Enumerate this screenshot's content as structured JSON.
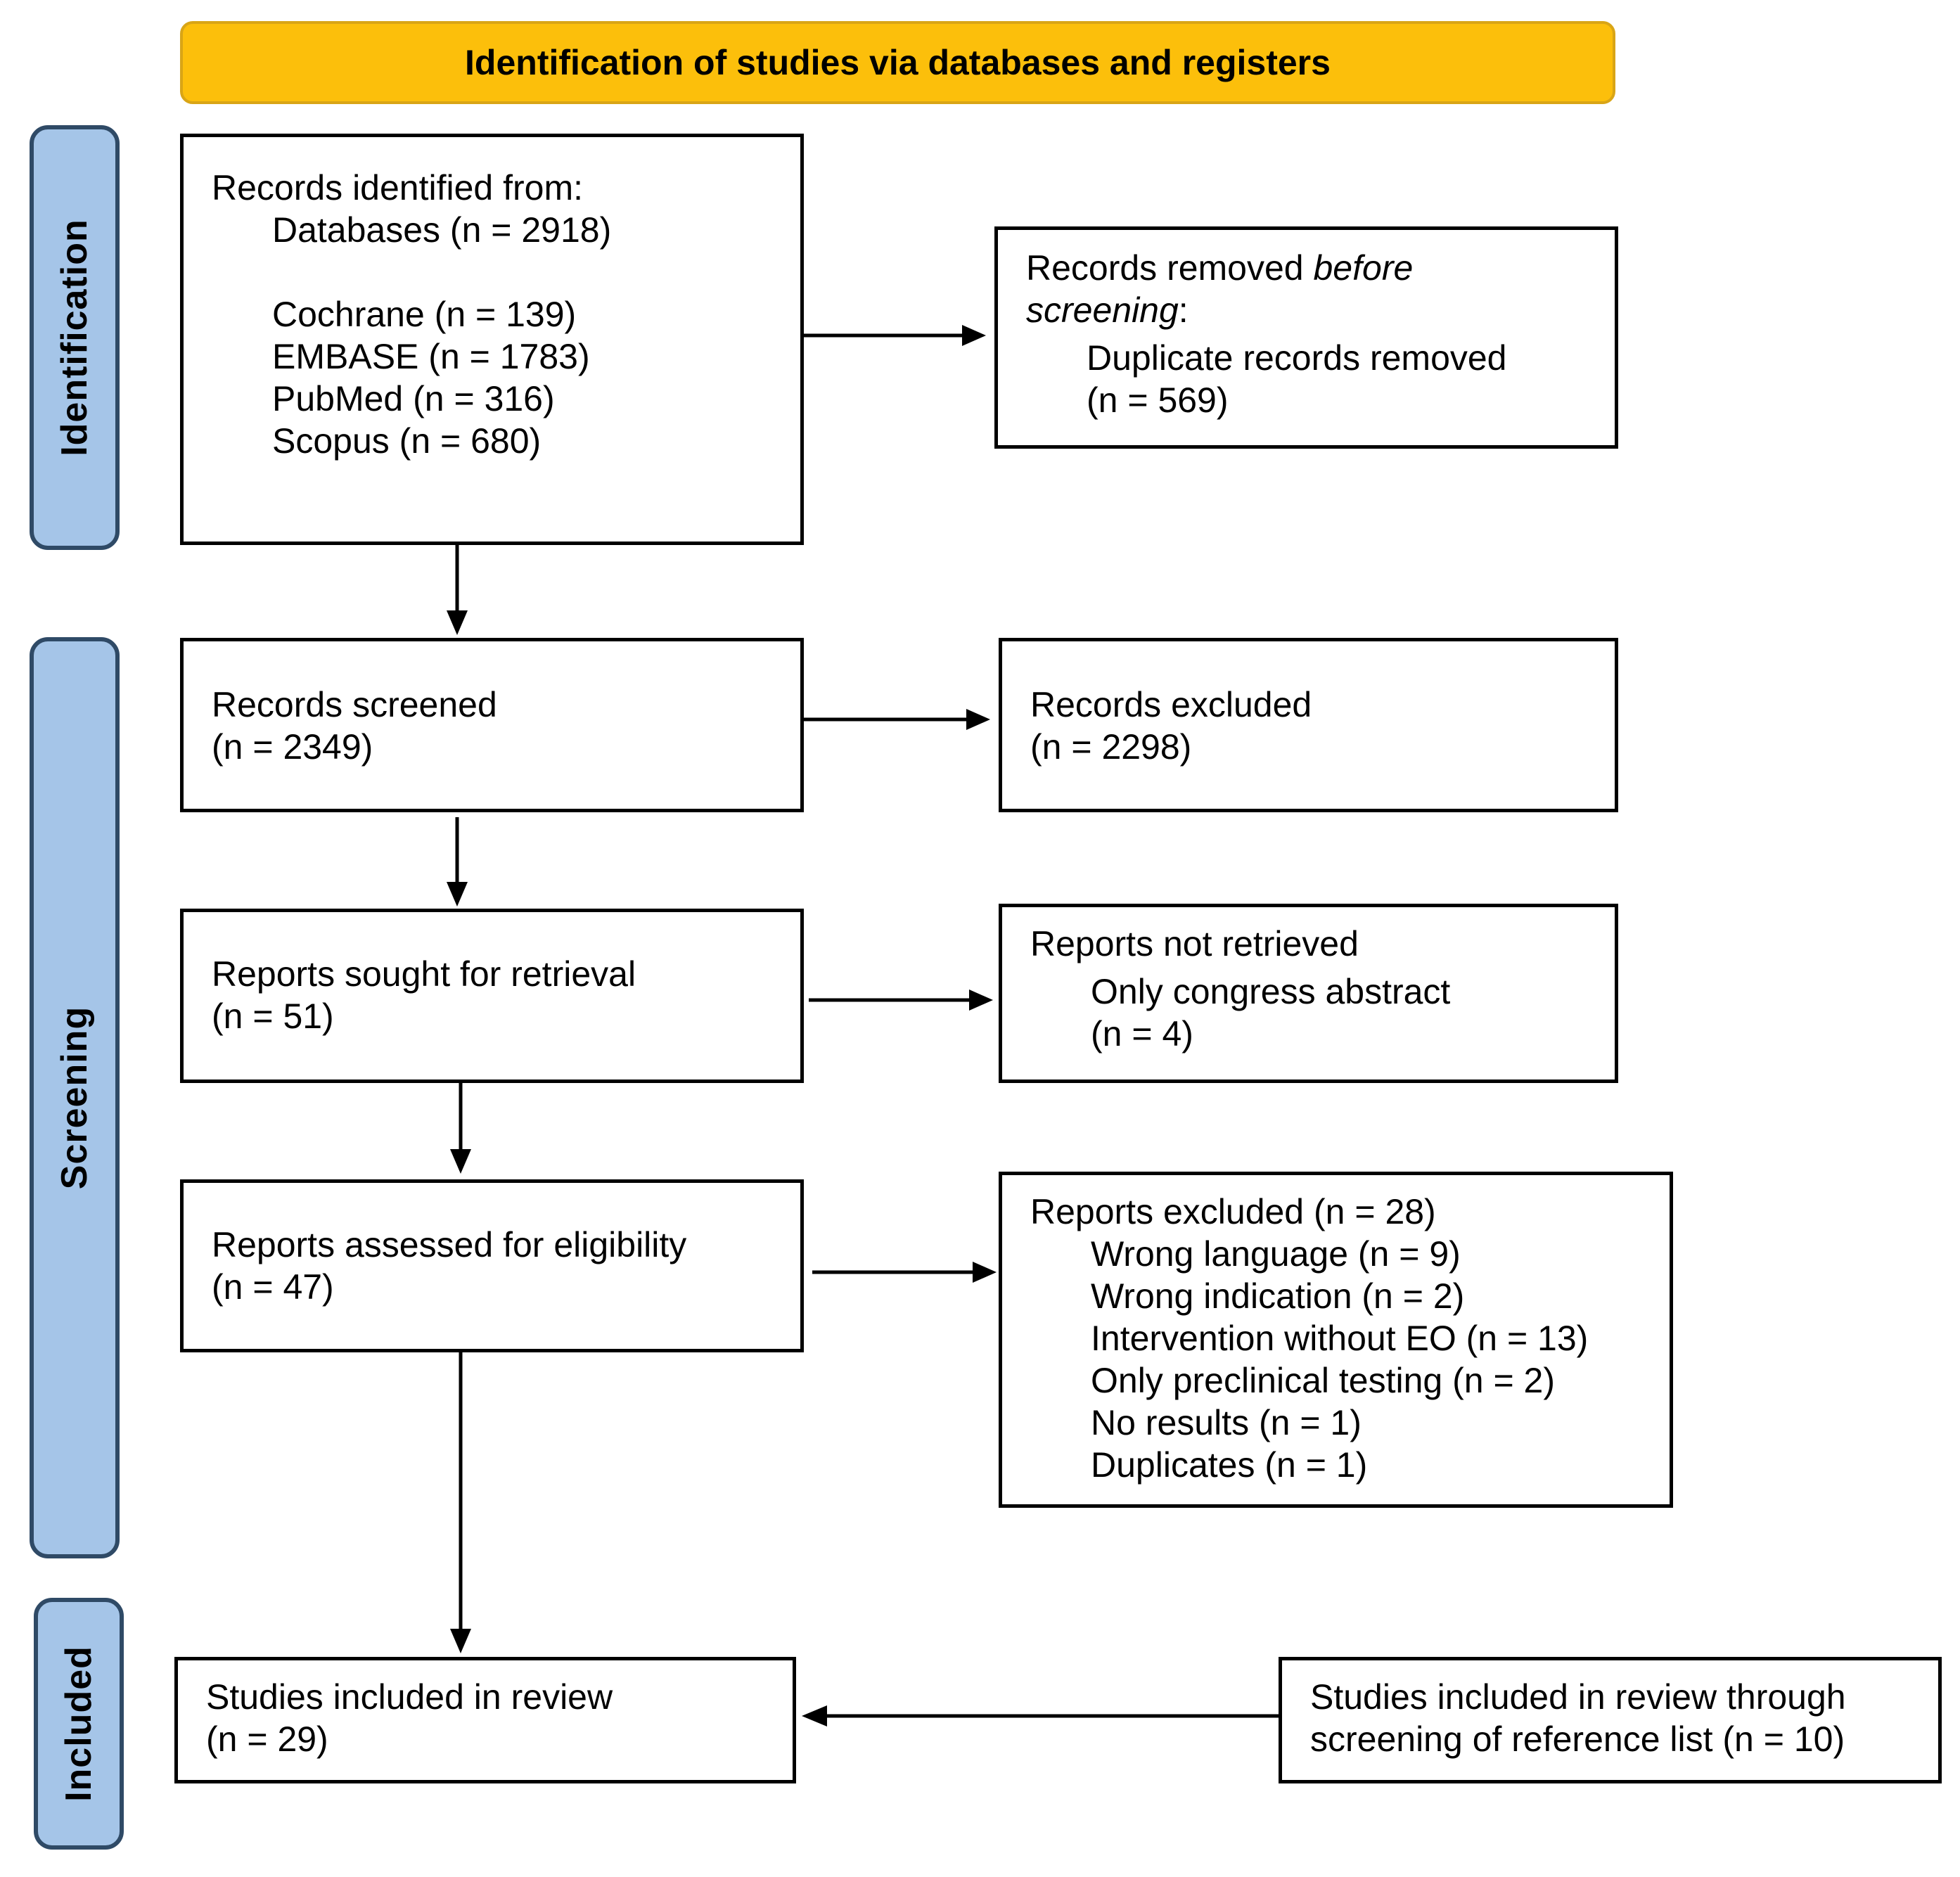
{
  "banner": {
    "title": "Identification of studies via databases and registers"
  },
  "phases": {
    "identification": "Identification",
    "screening": "Screening",
    "included": "Included"
  },
  "identified": {
    "heading": "Records identified from:",
    "databases": "Databases (n = 2918)",
    "cochrane": "Cochrane (n = 139)",
    "embase": "EMBASE (n = 1783)",
    "pubmed": "PubMed (n = 316)",
    "scopus": "Scopus (n = 680)"
  },
  "removed": {
    "prefix": "Records removed ",
    "emph1": "before",
    "emph2": "screening",
    "suffix": ":",
    "item": "Duplicate records removed",
    "count": "(n = 569)"
  },
  "screened": {
    "label": "Records screened",
    "count": "(n = 2349)"
  },
  "excluded": {
    "label": "Records excluded",
    "count": "(n = 2298)"
  },
  "sought": {
    "label": "Reports sought for retrieval",
    "count": "(n = 51)"
  },
  "not_retrieved": {
    "label": "Reports not retrieved",
    "item": "Only congress abstract",
    "count": "(n = 4)"
  },
  "assessed": {
    "label": "Reports assessed for eligibility",
    "count": "(n = 47)"
  },
  "reports_excluded": {
    "label": "Reports excluded (n = 28)",
    "items": [
      "Wrong language (n = 9)",
      "Wrong indication (n = 2)",
      "Intervention without EO (n = 13)",
      "Only preclinical testing (n = 2)",
      "No results (n = 1)",
      "Duplicates (n = 1)"
    ]
  },
  "included_box": {
    "label": "Studies included in review",
    "count": "(n = 29)"
  },
  "reference": {
    "line1": "Studies included in review through",
    "line2": "screening of reference list (n = 10)"
  }
}
